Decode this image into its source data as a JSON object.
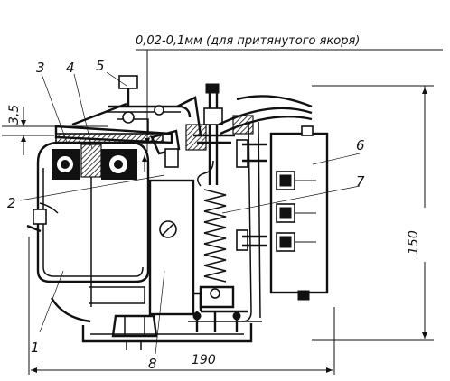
{
  "drawing": {
    "clearance_note": "0,02-0,1мм (для притянутого якоря)",
    "dim_gap": "3,5",
    "dim_width": "190",
    "dim_height": "150",
    "callouts": [
      {
        "id": "label-1",
        "text": "1"
      },
      {
        "id": "label-2",
        "text": "2"
      },
      {
        "id": "label-3",
        "text": "3"
      },
      {
        "id": "label-4",
        "text": "4"
      },
      {
        "id": "label-5",
        "text": "5"
      },
      {
        "id": "label-6",
        "text": "6"
      },
      {
        "id": "label-7",
        "text": "7"
      },
      {
        "id": "label-8",
        "text": "8"
      }
    ]
  }
}
